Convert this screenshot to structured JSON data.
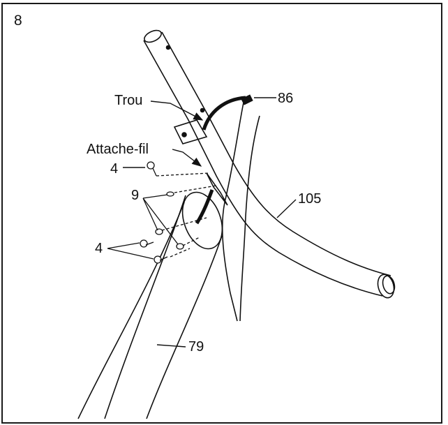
{
  "step_number": "8",
  "callouts": {
    "trou": "Trou",
    "attache_fil": "Attache-fil",
    "part_86": "86",
    "part_105": "105",
    "part_79": "79",
    "screw_4_top": "4",
    "washer_9": "9",
    "screw_4_bottom": "4"
  },
  "colors": {
    "line": "#111111",
    "background": "#ffffff"
  }
}
